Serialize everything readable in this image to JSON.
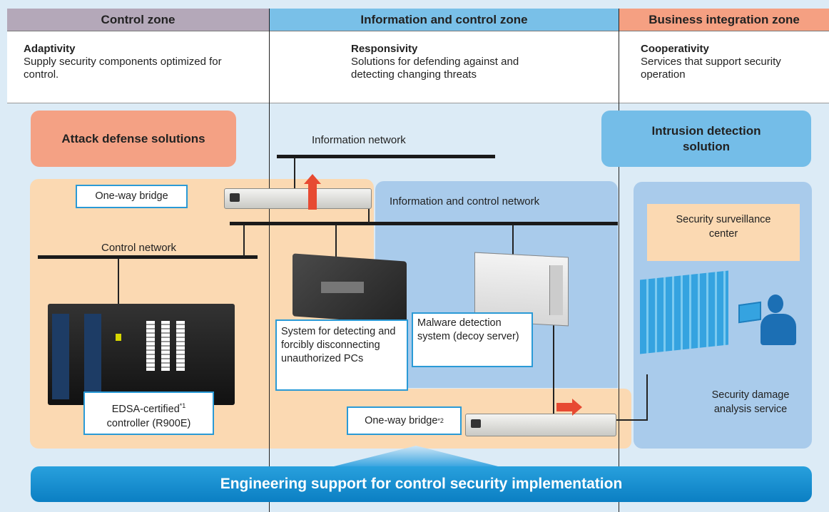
{
  "zones": {
    "control": {
      "header": "Control zone",
      "title": "Adaptivity",
      "desc": "Supply security components optimized for control."
    },
    "info_control": {
      "header": "Information and control zone",
      "title": "Responsivity",
      "desc": "Solutions for defending against and detecting changing threats"
    },
    "business": {
      "header": "Business integration zone",
      "title": "Cooperativity",
      "desc": "Services that support security operation"
    }
  },
  "solutions": {
    "attack_defense": "Attack defense solutions",
    "intrusion_detection": "Intrusion detection solution"
  },
  "networks": {
    "information": "Information network",
    "info_control": "Information and control network",
    "control": "Control network"
  },
  "labels": {
    "one_way_bridge_top": "One-way bridge",
    "security_center": "Security surveillance center",
    "unauthorized_pc": "System for detecting and forcibly disconnecting unauthorized PCs",
    "malware": "Malware detection system (decoy server)",
    "edsa_main": "EDSA-certified",
    "edsa_sup": "*1",
    "edsa_sub": "controller (R900E)",
    "one_way_bridge_bottom": "One-way bridge",
    "one_way_bridge_bottom_sup": "*2",
    "damage_analysis": "Security damage analysis service"
  },
  "engineering": "Engineering support for control security implementation",
  "colors": {
    "control_header": "#b4a8b9",
    "info_header": "#79c0e8",
    "business_header": "#f5a082",
    "accent_blue": "#2a9ad6",
    "control_area": "#fbd9b2",
    "info_area": "#a9cbeb",
    "red_arrow": "#e74a32"
  }
}
